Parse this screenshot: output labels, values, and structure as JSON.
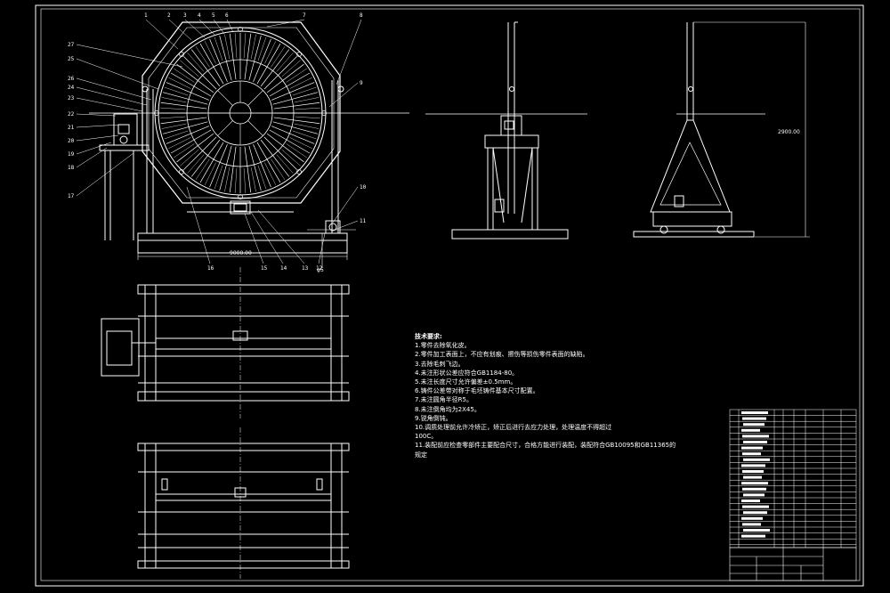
{
  "drawing": {
    "dimensions": {
      "width_main": "9000.00",
      "height_side": "2900.00",
      "pitch_phi": "φ5"
    },
    "part_labels_top": [
      "1",
      "2",
      "3",
      "4",
      "5",
      "6",
      "7",
      "8"
    ],
    "part_labels_left": [
      "27",
      "25",
      "26",
      "24",
      "23",
      "22",
      "21",
      "20",
      "19",
      "18",
      "17"
    ],
    "part_labels_right": [
      "9",
      "10",
      "11"
    ],
    "part_labels_bottom": [
      "16",
      "15",
      "14",
      "13",
      "12"
    ],
    "tech_notes": {
      "title": "技术要求:",
      "items": [
        "1.零件去除氧化皮。",
        "2.零件加工表面上，不应有划痕、擦伤等损伤零件表面的缺陷。",
        "3.去除毛刺飞边。",
        "4.未注形状公差应符合GB1184-80。",
        "5.未注长度尺寸允许偏差±0.5mm。",
        "6.铸件公差带对称于毛坯铸件基本尺寸配置。",
        "7.未注圆角半径R5。",
        "8.未注倒角均为2X45。",
        "9.锐角倒钝。",
        "10.调质处理前允许冷矫正，矫正后进行去应力处理，处理温度不得超过",
        "    100C。",
        "11.装配前应检查零部件主要配合尺寸，合格方能进行装配，装配符合GB10095和GB11365的",
        "规定"
      ]
    }
  },
  "colors": {
    "background": "#000000",
    "line": "#ffffff",
    "hidden": "#bbbbbb"
  }
}
